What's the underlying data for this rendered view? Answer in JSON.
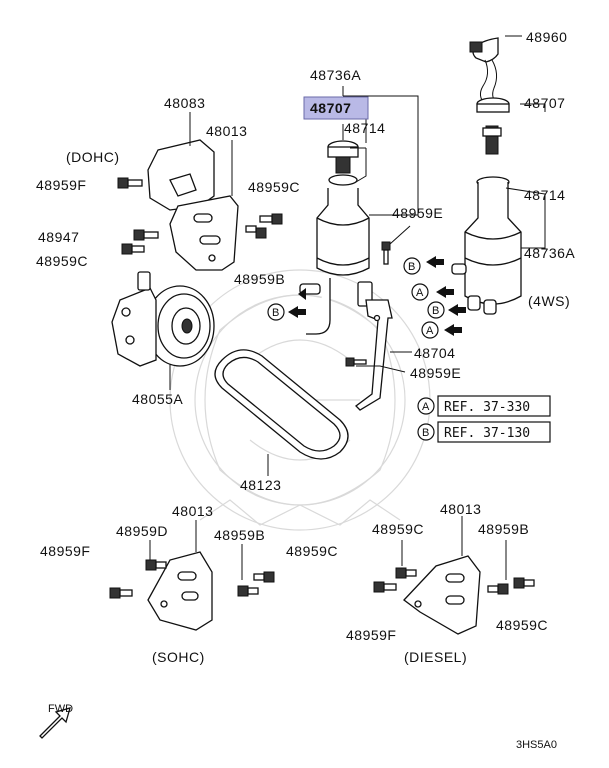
{
  "parts": {
    "p48960": "48960",
    "p48736A_top": "48736A",
    "p48707_hl": "48707",
    "p48707_right": "48707",
    "p48714_left": "48714",
    "p48714_right": "48714",
    "p48083": "48083",
    "p48013_top": "48013",
    "p48959F_top": "48959F",
    "p48959C_mid": "48959C",
    "p48947": "48947",
    "p48959C_left": "48959C",
    "p48959E_top": "48959E",
    "p48959B_mid": "48959B",
    "p48736A_right": "48736A",
    "p48704": "48704",
    "p48959E_bottom": "48959E",
    "p48055A": "48055A",
    "p48123": "48123",
    "s_48013": "48013",
    "s_48959D": "48959D",
    "s_48959B": "48959B",
    "s_48959F": "48959F",
    "s_48959C": "48959C",
    "d_48013": "48013",
    "d_48959C": "48959C",
    "d_48959B": "48959B",
    "d_48959F": "48959F",
    "d_48959C2": "48959C"
  },
  "captions": {
    "dohc": "(DOHC)",
    "sohc": "(SOHC)",
    "diesel": "(DIESEL)",
    "fourws": "(4WS)"
  },
  "refs": {
    "a_letter": "A",
    "a_text": "REF. 37-330",
    "b_letter": "B",
    "b_text": "REF. 37-130"
  },
  "markers": {
    "a": "A",
    "b": "B"
  },
  "fwd": "FWD",
  "code": "3HS5A0",
  "colors": {
    "highlight": "#b9b9e6"
  }
}
